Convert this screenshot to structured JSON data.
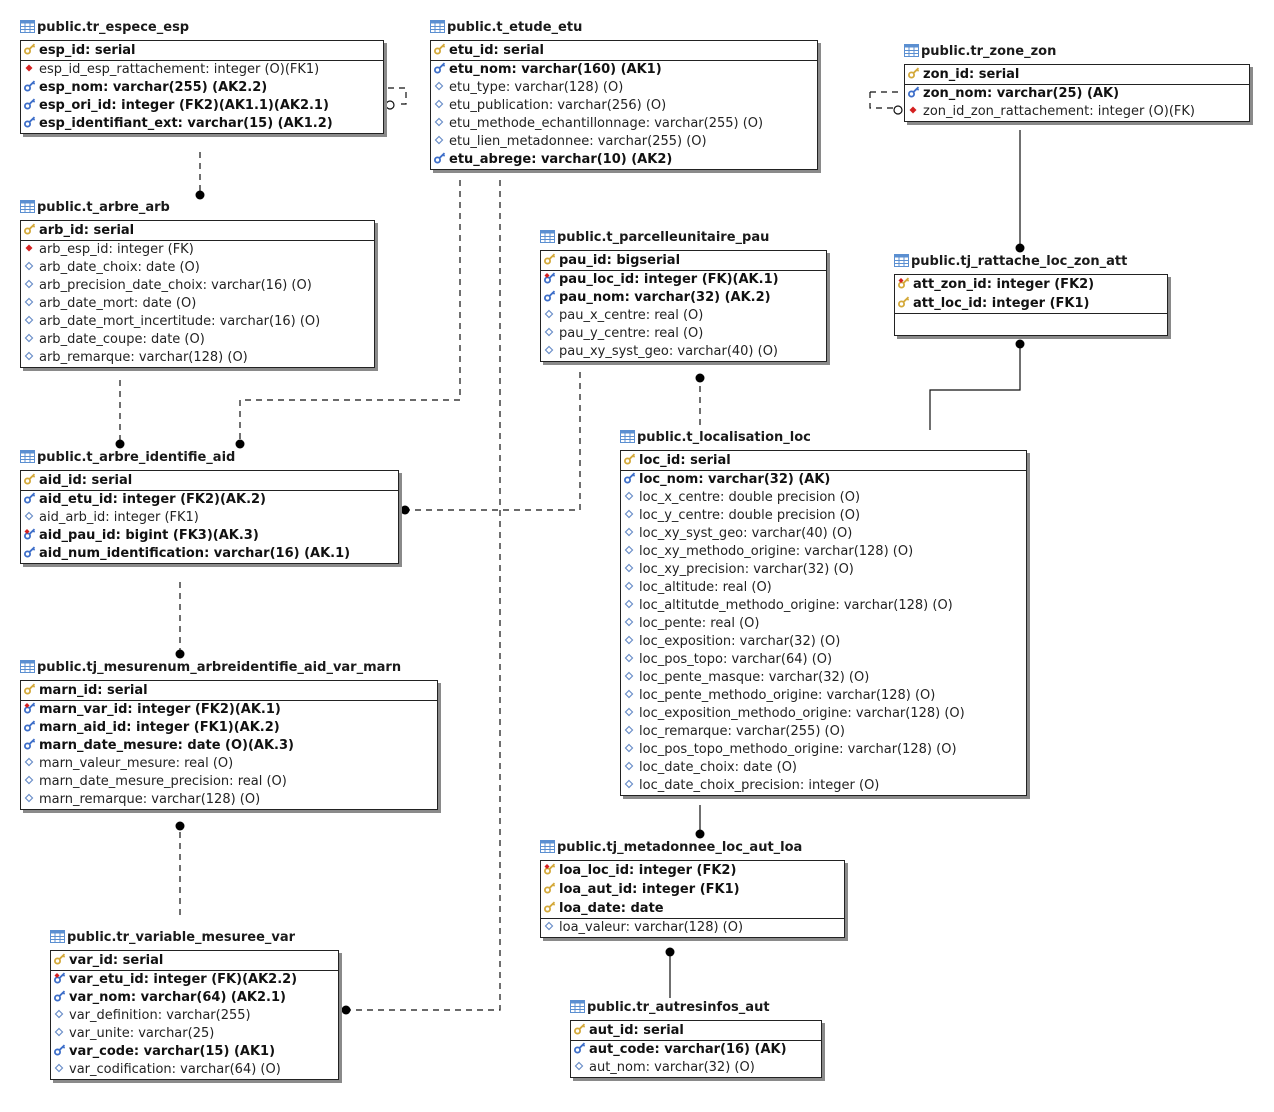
{
  "diagram": {
    "colors": {
      "table_icon": "#5b8fd1",
      "pk_key": "#d4a93a",
      "ak_key": "#3d6ec9",
      "fk_dot": "#d42020",
      "plain": "#6a8ec8"
    },
    "tables": [
      {
        "id": "espece",
        "title": "public.tr_espece_esp",
        "pk": [
          {
            "label": "esp_id: serial",
            "icon": "pk-key-icon"
          }
        ],
        "rows": [
          {
            "label": "esp_id_esp_rattachement: integer (O)(FK1)",
            "bold": false,
            "icon": "fk-diamond-icon"
          },
          {
            "label": "esp_nom: varchar(255) (AK2.2)",
            "bold": true,
            "icon": "ak-key-icon"
          },
          {
            "label": "esp_ori_id: integer (FK2)(AK1.1)(AK2.1)",
            "bold": true,
            "icon": "ak-key-icon"
          },
          {
            "label": "esp_identifiant_ext: varchar(15) (AK1.2)",
            "bold": true,
            "icon": "ak-key-icon"
          }
        ]
      },
      {
        "id": "etude",
        "title": "public.t_etude_etu",
        "pk": [
          {
            "label": "etu_id: serial",
            "icon": "pk-key-icon"
          }
        ],
        "rows": [
          {
            "label": "etu_nom: varchar(160) (AK1)",
            "bold": true,
            "icon": "ak-key-icon"
          },
          {
            "label": "etu_type: varchar(128) (O)",
            "bold": false,
            "icon": "attribute-diamond-icon"
          },
          {
            "label": "etu_publication: varchar(256) (O)",
            "bold": false,
            "icon": "attribute-diamond-icon"
          },
          {
            "label": "etu_methode_echantillonnage: varchar(255) (O)",
            "bold": false,
            "icon": "attribute-diamond-icon"
          },
          {
            "label": "etu_lien_metadonnee: varchar(255) (O)",
            "bold": false,
            "icon": "attribute-diamond-icon"
          },
          {
            "label": "etu_abrege: varchar(10) (AK2)",
            "bold": true,
            "icon": "ak-key-icon"
          }
        ]
      },
      {
        "id": "zone",
        "title": "public.tr_zone_zon",
        "pk": [
          {
            "label": "zon_id: serial",
            "icon": "pk-key-icon"
          }
        ],
        "rows": [
          {
            "label": "zon_nom: varchar(25) (AK)",
            "bold": true,
            "icon": "ak-key-icon"
          },
          {
            "label": "zon_id_zon_rattachement: integer (O)(FK)",
            "bold": false,
            "icon": "fk-diamond-icon"
          }
        ]
      },
      {
        "id": "arbre",
        "title": "public.t_arbre_arb",
        "pk": [
          {
            "label": "arb_id: serial",
            "icon": "pk-key-icon"
          }
        ],
        "rows": [
          {
            "label": "arb_esp_id: integer (FK)",
            "bold": false,
            "icon": "fk-diamond-icon"
          },
          {
            "label": "arb_date_choix: date (O)",
            "bold": false,
            "icon": "attribute-diamond-icon"
          },
          {
            "label": "arb_precision_date_choix: varchar(16) (O)",
            "bold": false,
            "icon": "attribute-diamond-icon"
          },
          {
            "label": "arb_date_mort: date (O)",
            "bold": false,
            "icon": "attribute-diamond-icon"
          },
          {
            "label": "arb_date_mort_incertitude: varchar(16) (O)",
            "bold": false,
            "icon": "attribute-diamond-icon"
          },
          {
            "label": "arb_date_coupe: date (O)",
            "bold": false,
            "icon": "attribute-diamond-icon"
          },
          {
            "label": "arb_remarque: varchar(128) (O)",
            "bold": false,
            "icon": "attribute-diamond-icon"
          }
        ]
      },
      {
        "id": "parcelle",
        "title": "public.t_parcelleunitaire_pau",
        "pk": [
          {
            "label": "pau_id: bigserial",
            "icon": "pk-key-icon"
          }
        ],
        "rows": [
          {
            "label": "pau_loc_id: integer (FK)(AK.1)",
            "bold": true,
            "icon": "fk-ak-key-icon"
          },
          {
            "label": "pau_nom: varchar(32) (AK.2)",
            "bold": true,
            "icon": "ak-key-icon"
          },
          {
            "label": "pau_x_centre: real (O)",
            "bold": false,
            "icon": "attribute-diamond-icon"
          },
          {
            "label": "pau_y_centre: real (O)",
            "bold": false,
            "icon": "attribute-diamond-icon"
          },
          {
            "label": "pau_xy_syst_geo: varchar(40) (O)",
            "bold": false,
            "icon": "attribute-diamond-icon"
          }
        ]
      },
      {
        "id": "rattache",
        "title": "public.tj_rattache_loc_zon_att",
        "pk": [
          {
            "label": "att_zon_id: integer (FK2)",
            "icon": "pk-fk-key-icon"
          },
          {
            "label": "att_loc_id: integer (FK1)",
            "icon": "pk-key-icon"
          }
        ],
        "rows": []
      },
      {
        "id": "identifie",
        "title": "public.t_arbre_identifie_aid",
        "pk": [
          {
            "label": "aid_id: serial",
            "icon": "pk-key-icon"
          }
        ],
        "rows": [
          {
            "label": "aid_etu_id: integer (FK2)(AK.2)",
            "bold": true,
            "icon": "ak-key-icon"
          },
          {
            "label": "aid_arb_id: integer (FK1)",
            "bold": false,
            "icon": "attribute-diamond-icon"
          },
          {
            "label": "aid_pau_id: bigint (FK3)(AK.3)",
            "bold": true,
            "icon": "fk-ak-key-icon"
          },
          {
            "label": "aid_num_identification: varchar(16) (AK.1)",
            "bold": true,
            "icon": "ak-key-icon"
          }
        ]
      },
      {
        "id": "localisation",
        "title": "public.t_localisation_loc",
        "pk": [
          {
            "label": "loc_id: serial",
            "icon": "pk-key-icon"
          }
        ],
        "rows": [
          {
            "label": "loc_nom: varchar(32) (AK)",
            "bold": true,
            "icon": "ak-key-icon"
          },
          {
            "label": "loc_x_centre: double precision (O)",
            "bold": false,
            "icon": "attribute-diamond-icon"
          },
          {
            "label": "loc_y_centre: double precision (O)",
            "bold": false,
            "icon": "attribute-diamond-icon"
          },
          {
            "label": "loc_xy_syst_geo: varchar(40) (O)",
            "bold": false,
            "icon": "attribute-diamond-icon"
          },
          {
            "label": "loc_xy_methodo_origine: varchar(128) (O)",
            "bold": false,
            "icon": "attribute-diamond-icon"
          },
          {
            "label": "loc_xy_precision: varchar(32) (O)",
            "bold": false,
            "icon": "attribute-diamond-icon"
          },
          {
            "label": "loc_altitude: real (O)",
            "bold": false,
            "icon": "attribute-diamond-icon"
          },
          {
            "label": "loc_altitutde_methodo_origine: varchar(128) (O)",
            "bold": false,
            "icon": "attribute-diamond-icon"
          },
          {
            "label": "loc_pente: real (O)",
            "bold": false,
            "icon": "attribute-diamond-icon"
          },
          {
            "label": "loc_exposition: varchar(32) (O)",
            "bold": false,
            "icon": "attribute-diamond-icon"
          },
          {
            "label": "loc_pos_topo: varchar(64) (O)",
            "bold": false,
            "icon": "attribute-diamond-icon"
          },
          {
            "label": "loc_pente_masque: varchar(32) (O)",
            "bold": false,
            "icon": "attribute-diamond-icon"
          },
          {
            "label": "loc_pente_methodo_origine: varchar(128) (O)",
            "bold": false,
            "icon": "attribute-diamond-icon"
          },
          {
            "label": "loc_exposition_methodo_origine: varchar(128) (O)",
            "bold": false,
            "icon": "attribute-diamond-icon"
          },
          {
            "label": "loc_remarque: varchar(255) (O)",
            "bold": false,
            "icon": "attribute-diamond-icon"
          },
          {
            "label": "loc_pos_topo_methodo_origine: varchar(128) (O)",
            "bold": false,
            "icon": "attribute-diamond-icon"
          },
          {
            "label": "loc_date_choix: date (O)",
            "bold": false,
            "icon": "attribute-diamond-icon"
          },
          {
            "label": "loc_date_choix_precision: integer (O)",
            "bold": false,
            "icon": "attribute-diamond-icon"
          }
        ]
      },
      {
        "id": "mesurenum",
        "title": "public.tj_mesurenum_arbreidentifie_aid_var_marn",
        "pk": [
          {
            "label": "marn_id: serial",
            "icon": "pk-key-icon"
          }
        ],
        "rows": [
          {
            "label": "marn_var_id: integer (FK2)(AK.1)",
            "bold": true,
            "icon": "fk-ak-key-icon"
          },
          {
            "label": "marn_aid_id: integer (FK1)(AK.2)",
            "bold": true,
            "icon": "ak-key-icon"
          },
          {
            "label": "marn_date_mesure: date (O)(AK.3)",
            "bold": true,
            "icon": "ak-key-icon"
          },
          {
            "label": "marn_valeur_mesure: real (O)",
            "bold": false,
            "icon": "attribute-diamond-icon"
          },
          {
            "label": "marn_date_mesure_precision: real (O)",
            "bold": false,
            "icon": "attribute-diamond-icon"
          },
          {
            "label": "marn_remarque: varchar(128) (O)",
            "bold": false,
            "icon": "attribute-diamond-icon"
          }
        ]
      },
      {
        "id": "metadonnee",
        "title": "public.tj_metadonnee_loc_aut_loa",
        "pk": [
          {
            "label": "loa_loc_id: integer (FK2)",
            "icon": "pk-fk-key-icon"
          },
          {
            "label": "loa_aut_id: integer (FK1)",
            "icon": "pk-key-icon"
          },
          {
            "label": "loa_date: date",
            "icon": "pk-key-icon"
          }
        ],
        "rows": [
          {
            "label": "loa_valeur: varchar(128) (O)",
            "bold": false,
            "icon": "attribute-diamond-icon"
          }
        ]
      },
      {
        "id": "variable",
        "title": "public.tr_variable_mesuree_var",
        "pk": [
          {
            "label": "var_id: serial",
            "icon": "pk-key-icon"
          }
        ],
        "rows": [
          {
            "label": "var_etu_id: integer (FK)(AK2.2)",
            "bold": true,
            "icon": "fk-ak-key-icon"
          },
          {
            "label": "var_nom: varchar(64) (AK2.1)",
            "bold": true,
            "icon": "ak-key-icon"
          },
          {
            "label": "var_definition: varchar(255)",
            "bold": false,
            "icon": "attribute-diamond-icon"
          },
          {
            "label": "var_unite: varchar(25)",
            "bold": false,
            "icon": "attribute-diamond-icon"
          },
          {
            "label": "var_code: varchar(15) (AK1)",
            "bold": true,
            "icon": "ak-key-icon"
          },
          {
            "label": "var_codification: varchar(64) (O)",
            "bold": false,
            "icon": "attribute-diamond-icon"
          }
        ]
      },
      {
        "id": "autres",
        "title": "public.tr_autresinfos_aut",
        "pk": [
          {
            "label": "aut_id: serial",
            "icon": "pk-key-icon"
          }
        ],
        "rows": [
          {
            "label": "aut_code: varchar(16) (AK)",
            "bold": true,
            "icon": "ak-key-icon"
          },
          {
            "label": "aut_nom: varchar(32) (O)",
            "bold": false,
            "icon": "attribute-diamond-icon"
          }
        ]
      }
    ]
  }
}
